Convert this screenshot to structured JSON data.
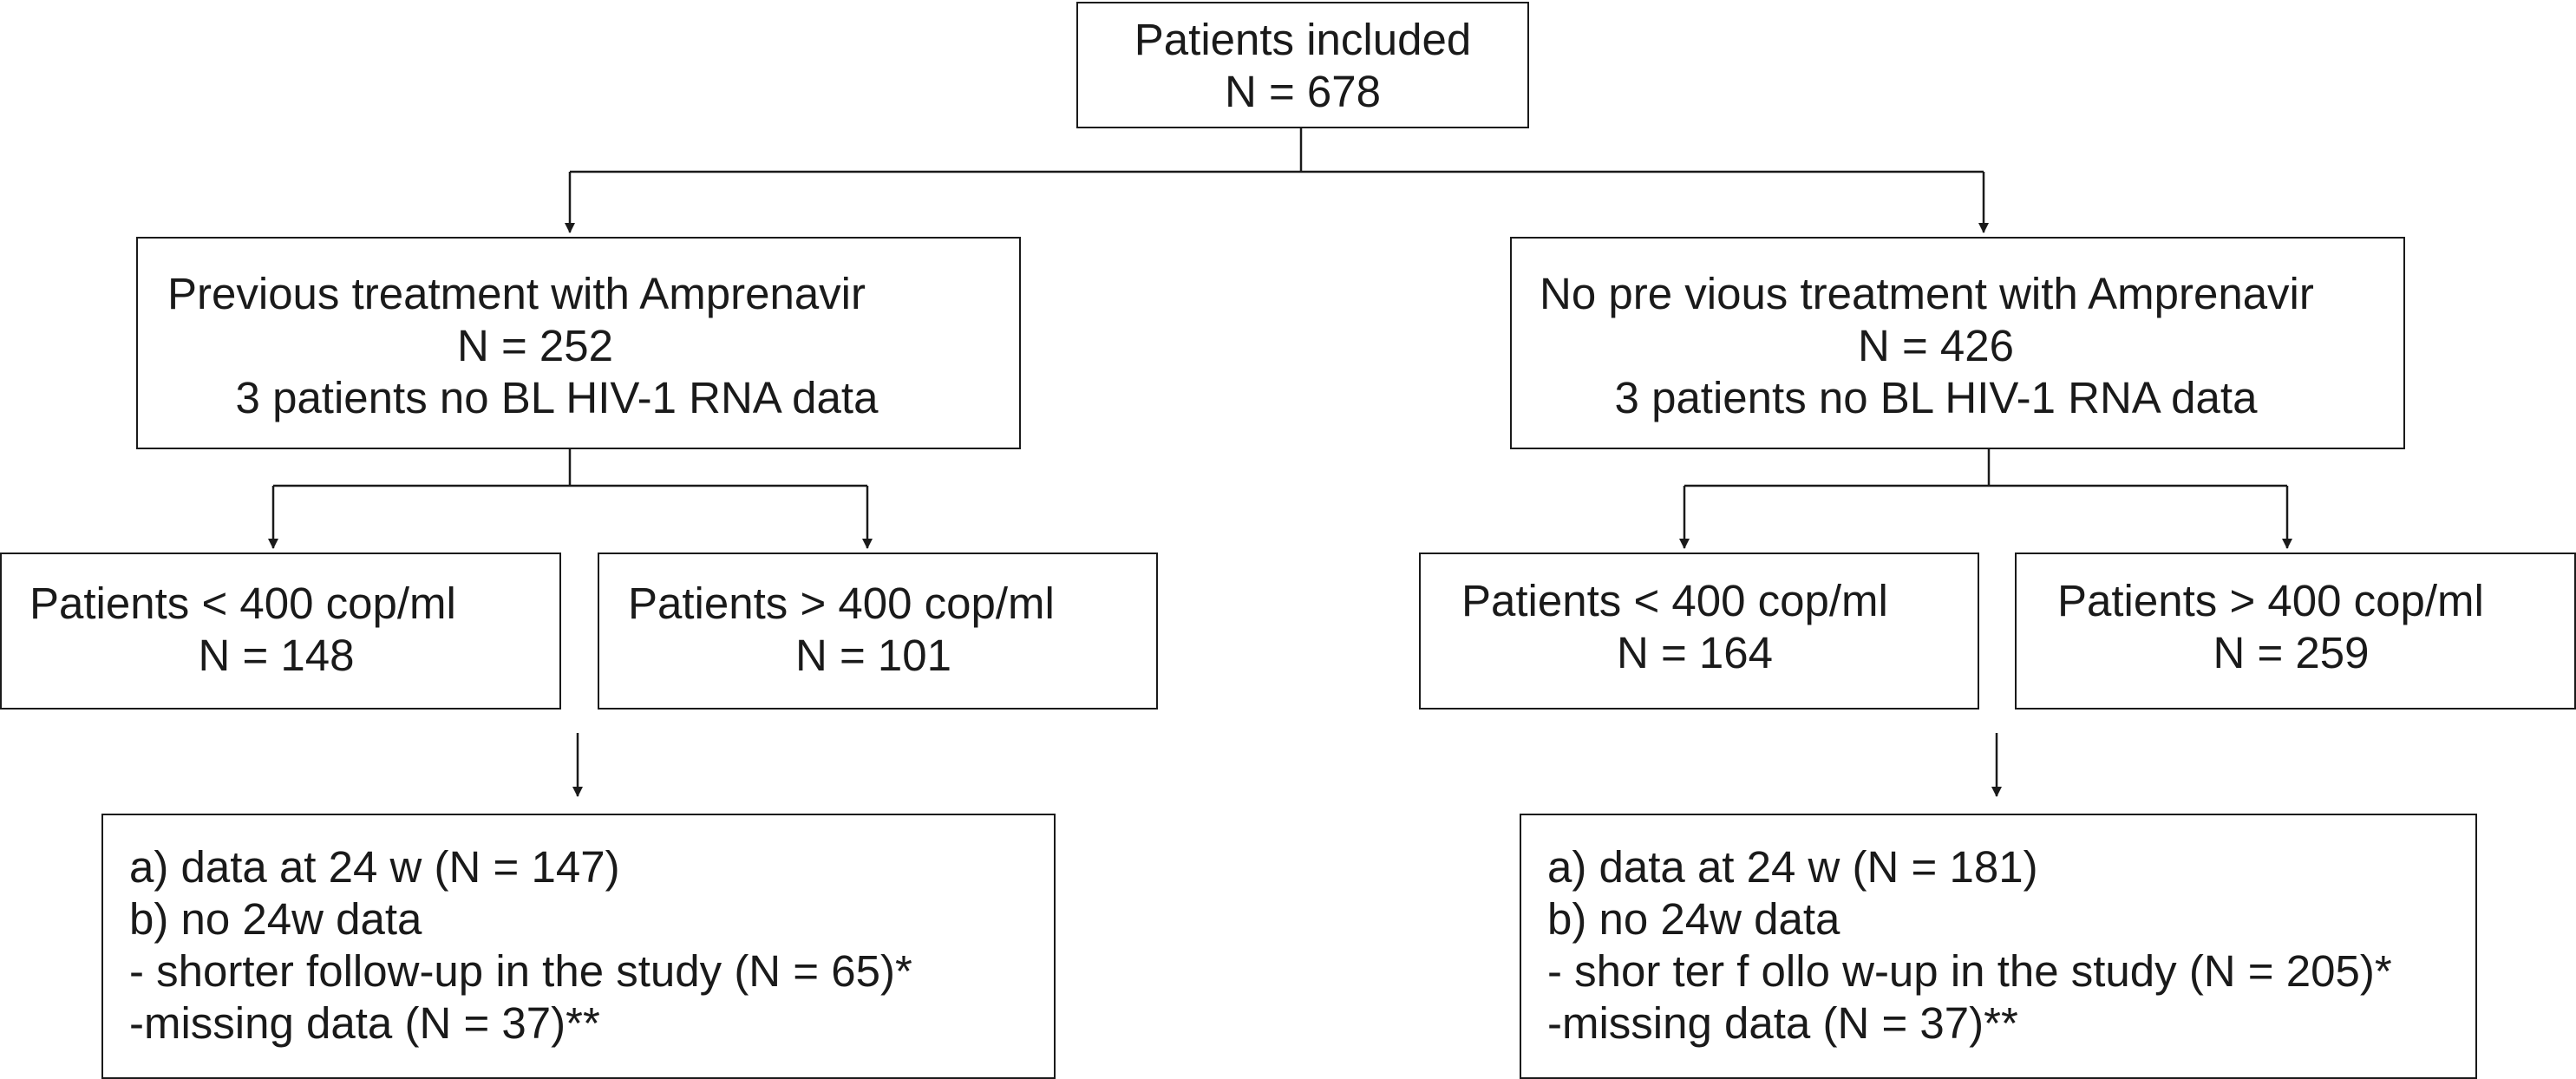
{
  "nodes": {
    "root": [
      "Patients included",
      "N = 678"
    ],
    "prev": [
      "Previous treatment with Amprenavir",
      "N = 252",
      "3 patients no BL HIV-1 RNA data"
    ],
    "noprev": [
      "No pre vious treatment with Amprenavir",
      "N = 426",
      "3 patients no BL HIV-1 RNA data"
    ],
    "prev_low": [
      "Patients < 400 cop/ml",
      "N = 148"
    ],
    "prev_high": [
      "Patients > 400 cop/ml",
      "N = 101"
    ],
    "noprev_low": [
      "Patients < 400 cop/ml",
      "N = 164"
    ],
    "noprev_high": [
      "Patients > 400 cop/ml",
      "N = 259"
    ],
    "prev_outcome": [
      "a) data at 24 w (N = 147)",
      "b) no 24w data",
      "- shorter follow-up in the study (N = 65)*",
      "-missing data (N = 37)**"
    ],
    "noprev_outcome": [
      "a) data at 24 w (N = 181)",
      "b) no 24w data",
      "- shor ter f ollo w-up in the study (N = 205)*",
      "-missing data (N = 37)**"
    ]
  }
}
